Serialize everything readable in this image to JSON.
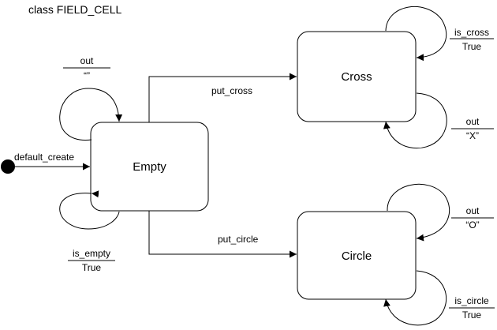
{
  "diagram": {
    "title": "class FIELD_CELL",
    "initial": {
      "label": "default_create"
    },
    "states": {
      "empty": "Empty",
      "cross": "Cross",
      "circle": "Circle"
    },
    "transitions": {
      "put_cross": "put_cross",
      "put_circle": "put_circle"
    },
    "self_loops": {
      "empty_out": {
        "name": "out",
        "value": "“”"
      },
      "empty_is_empty": {
        "name": "is_empty",
        "value": "True"
      },
      "cross_is_cross": {
        "name": "is_cross",
        "value": "True"
      },
      "cross_out": {
        "name": "out",
        "value": "“X”"
      },
      "circle_out": {
        "name": "out",
        "value": "“O”"
      },
      "circle_is_circle": {
        "name": "is_circle",
        "value": "True"
      }
    }
  }
}
